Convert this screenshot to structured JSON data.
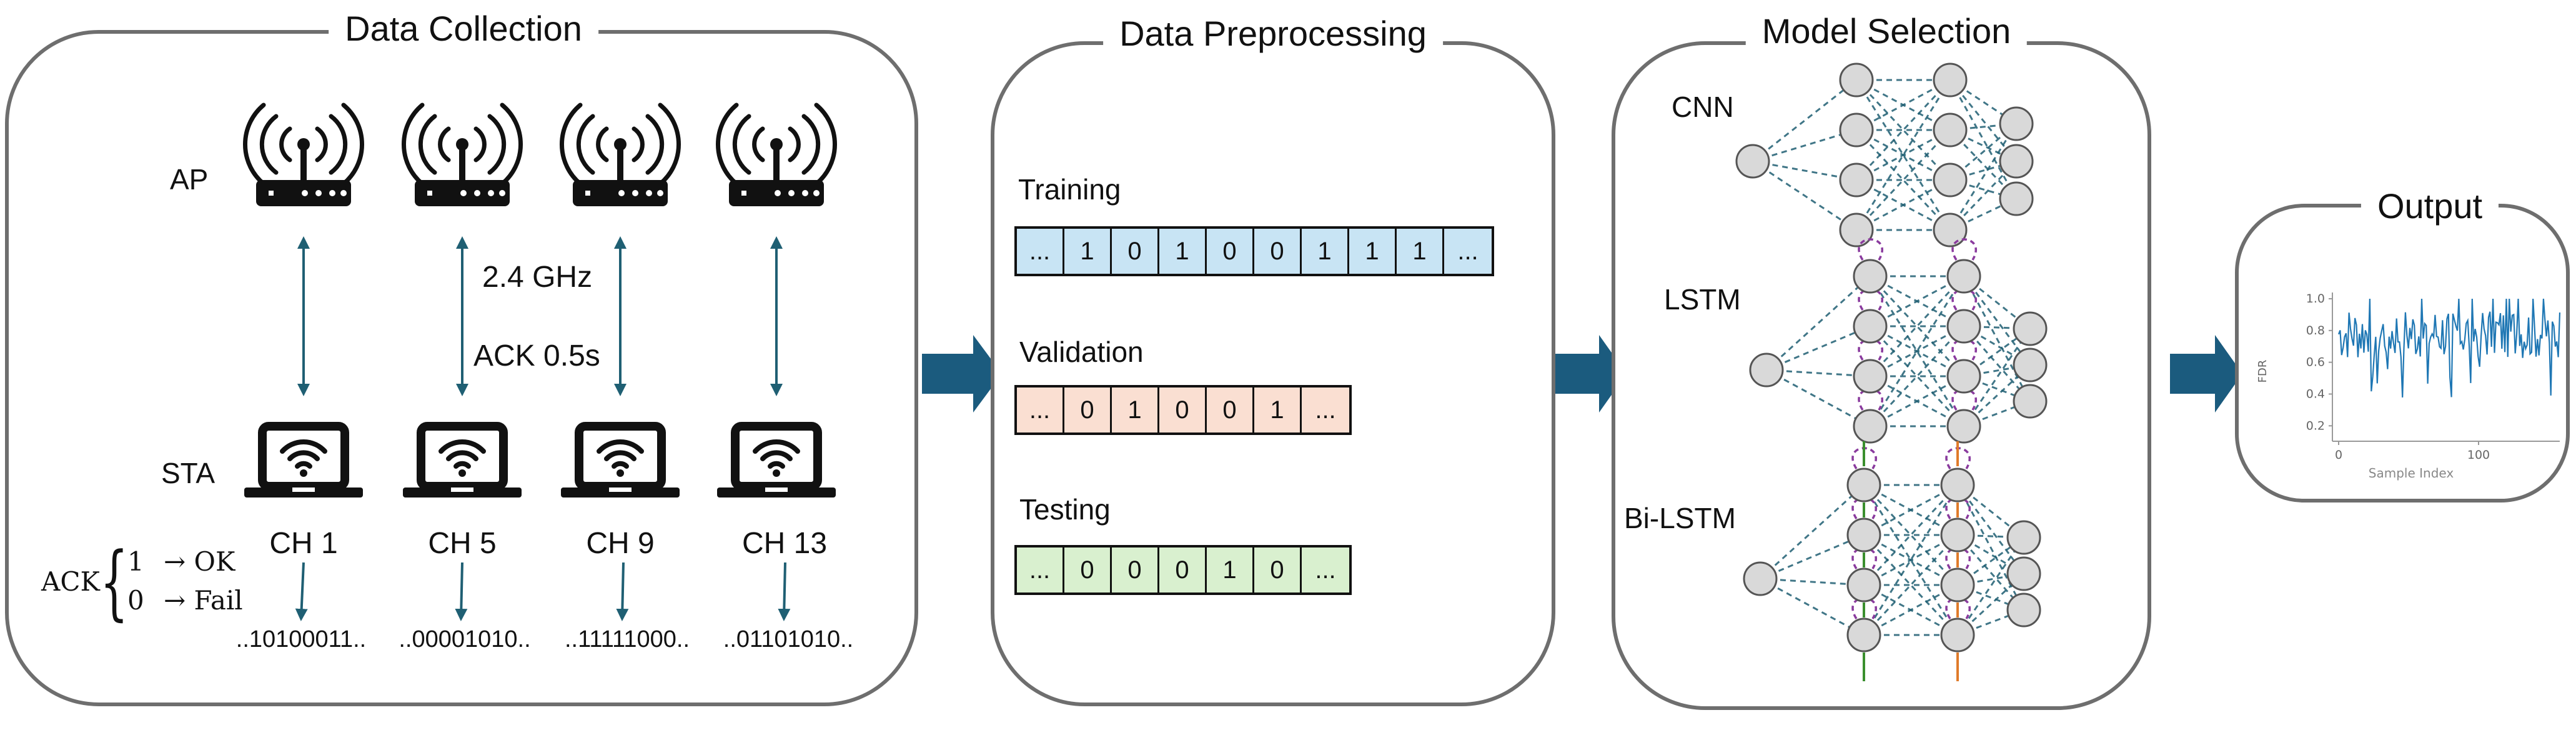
{
  "panels": {
    "collection": "Data Collection",
    "preprocessing": "Data Preprocessing",
    "model": "Model Selection",
    "output": "Output"
  },
  "collection": {
    "ap_label": "AP",
    "sta_label": "STA",
    "freq": "2.4 GHz",
    "ack_interval": "ACK 0.5s",
    "channels": [
      "CH 1",
      "CH 5",
      "CH 9",
      "CH 13"
    ],
    "bitstreams": [
      "..10100011..",
      "..00001010..",
      "..11111000..",
      "..01101010.."
    ],
    "ack_legend": {
      "prefix": "ACK",
      "one": "1",
      "one_meaning": "→ OK",
      "zero": "0",
      "zero_meaning": "→ Fail"
    }
  },
  "preprocessing": {
    "sets": [
      {
        "name": "Training",
        "cells": [
          "...",
          "1",
          "0",
          "1",
          "0",
          "0",
          "1",
          "1",
          "1",
          "..."
        ],
        "color": "#c8e4f4"
      },
      {
        "name": "Validation",
        "cells": [
          "...",
          "0",
          "1",
          "0",
          "0",
          "1",
          "..."
        ],
        "color": "#fadfd2"
      },
      {
        "name": "Testing",
        "cells": [
          "...",
          "0",
          "0",
          "0",
          "1",
          "0",
          "..."
        ],
        "color": "#d9f0cf"
      }
    ]
  },
  "models": [
    "CNN",
    "LSTM",
    "Bi-LSTM"
  ],
  "output_chart": {
    "ylabel": "FDR",
    "xlabel": "Sample Index",
    "yticks": [
      "1.0",
      "0.8",
      "0.6",
      "0.4",
      "0.2"
    ],
    "xticks": [
      "0",
      "100"
    ]
  },
  "colors": {
    "arrow": "#1b5b7e",
    "link": "#1f5f73",
    "panel_border": "#6e6e6e",
    "node_fill": "#d9d9d9",
    "series": "#1f77b4",
    "forward": "#3a8f2e",
    "backward": "#e07b2a",
    "recurrent": "#8a3b9e"
  },
  "icons": [
    "router-icon",
    "laptop-wifi-icon",
    "flow-arrow-icon",
    "neural-network-icon"
  ]
}
